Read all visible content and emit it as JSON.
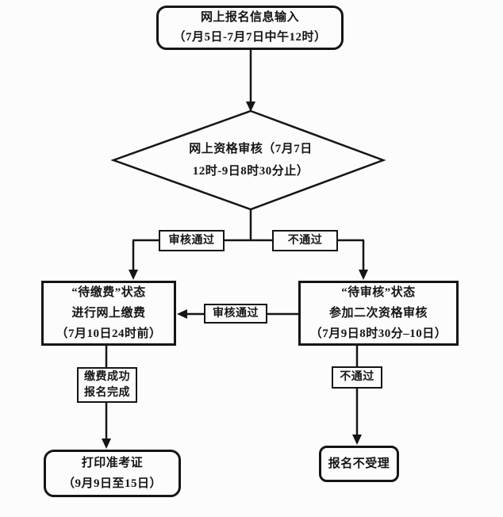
{
  "diagram": {
    "type": "flowchart",
    "colors": {
      "line": "#151515",
      "background": "#fcfcfc"
    },
    "nodes": {
      "start": {
        "lines": [
          "网上报名信息输入",
          "（7月5日-7月7日中午12时）"
        ]
      },
      "review": {
        "lines": [
          "网上资格审核（7月7日",
          "12时-9日8时30分止）"
        ]
      },
      "pending_pay": {
        "lines": [
          "“待缴费”状态",
          "进行网上缴费",
          "（7月10日24时前）"
        ]
      },
      "pending_review": {
        "lines": [
          "“待审核”状态",
          "参加二次资格审核",
          "（7月9日8时30分–10日）"
        ]
      },
      "print_ticket": {
        "lines": [
          "打印准考证",
          "（9月9日至15日）"
        ]
      },
      "reject": {
        "lines": [
          "报名不受理"
        ]
      }
    },
    "edge_labels": {
      "pass_first": "审核通过",
      "fail_first": "不通过",
      "pass_second": "审核通过",
      "pay_success": {
        "lines": [
          "缴费成功",
          "报名完成"
        ]
      },
      "fail_second": "不通过"
    }
  }
}
